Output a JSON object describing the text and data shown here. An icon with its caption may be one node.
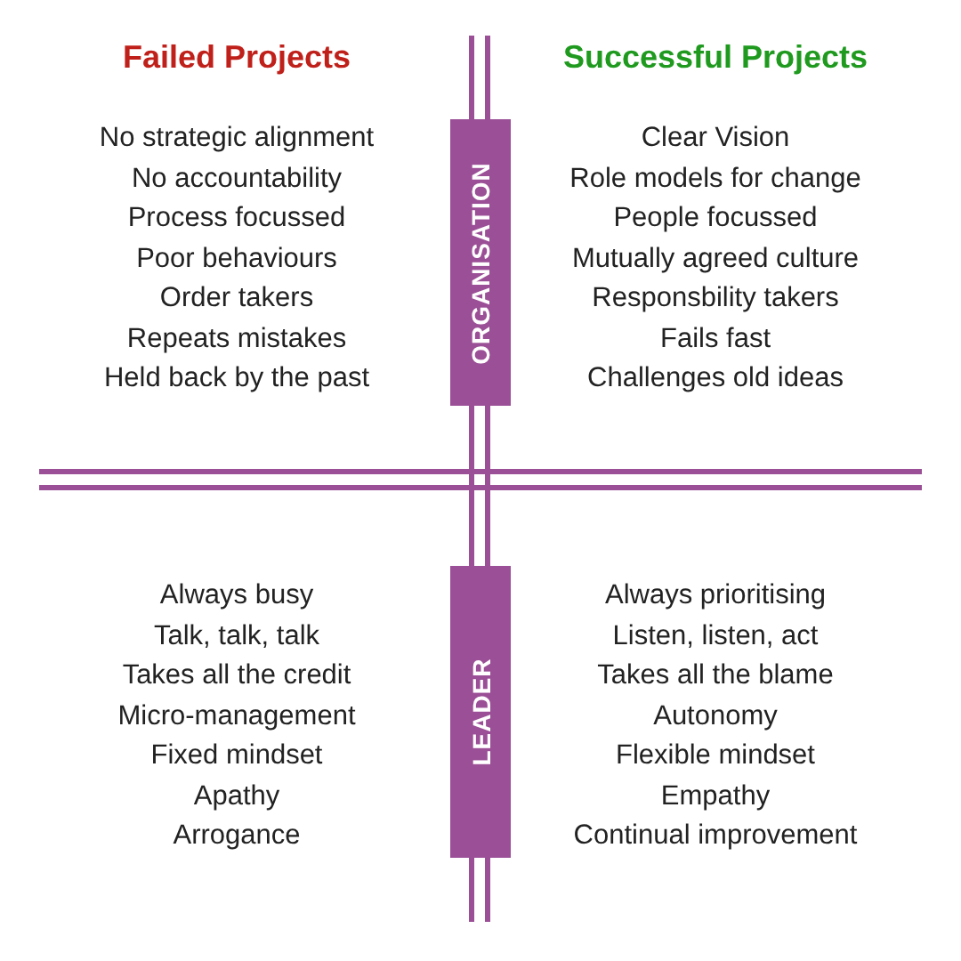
{
  "diagram": {
    "nodes": [
      {
        "text": [
          "ORGANISATION"
        ]
      },
      {
        "text": [
          "LEADER"
        ]
      }
    ],
    "labels": [
      "Failed Projects",
      "Successful Projects",
      "No strategic alignment",
      "Clear Vision",
      "No accountability",
      "Role models for change",
      "Process focussed",
      "People focussed",
      "Poor behaviours",
      "Mutually agreed culture",
      "Order takers",
      "Responsbility takers",
      "Repeats mistakes",
      "Fails fast",
      "Held back by the past",
      "Challenges old ideas",
      "Always busy",
      "Always prioritising",
      "Talk, talk, talk",
      "Listen, listen, act",
      "Takes all the credit",
      "Takes all the blame",
      "Micro-management",
      "Autonomy",
      "Fixed mindset",
      "Flexible mindset",
      "Apathy",
      "Empathy",
      "Arrogance",
      "Continual improvement"
    ]
  }
}
